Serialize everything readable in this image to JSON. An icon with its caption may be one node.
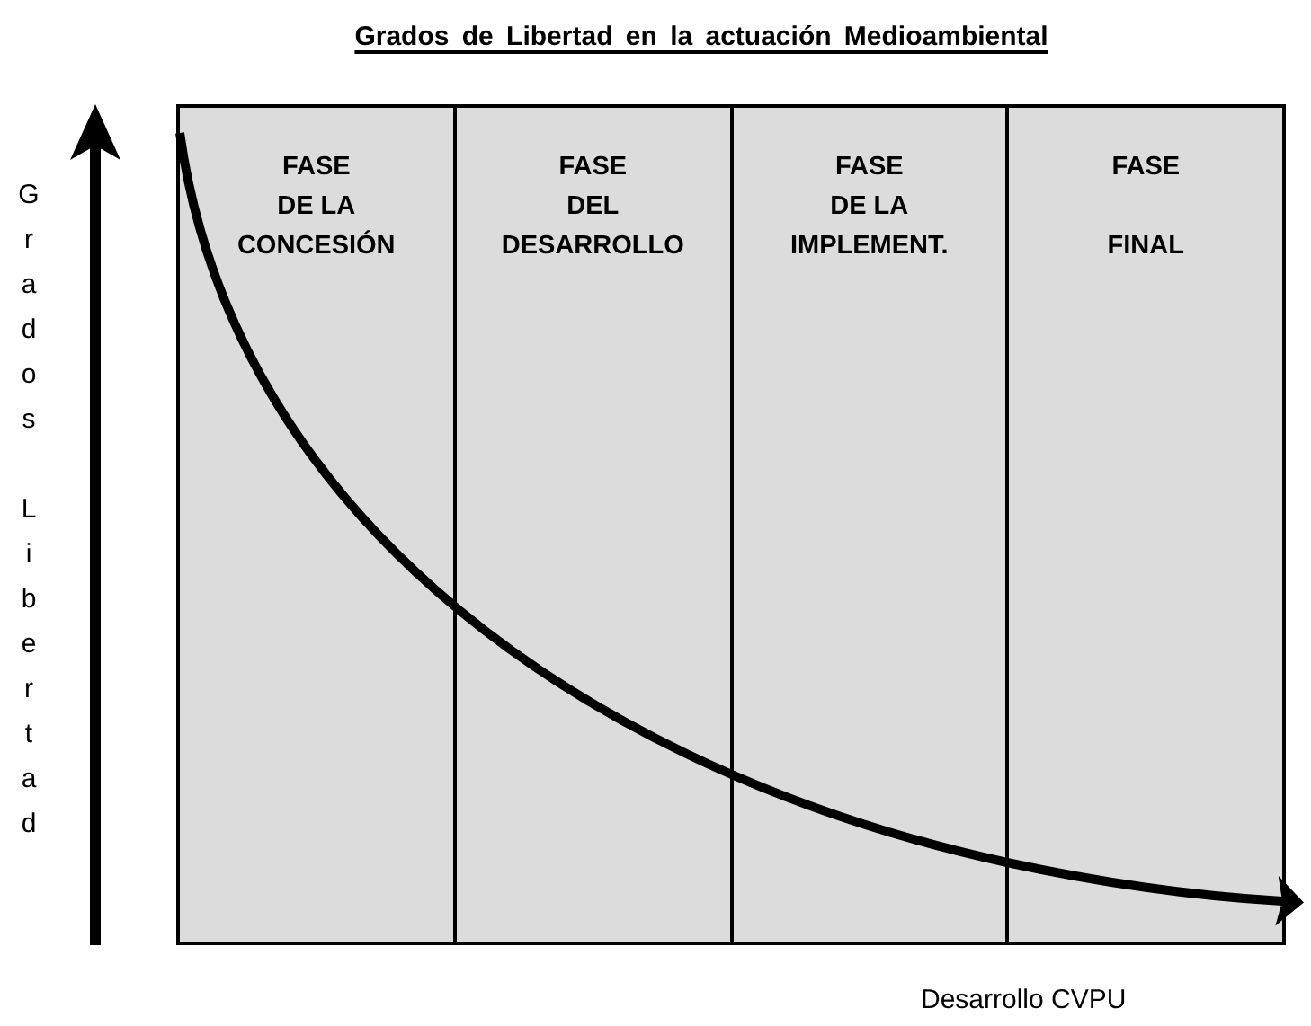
{
  "diagram": {
    "title": "Grados de Libertad en la actuación Medioambiental",
    "nodes": [
      {
        "text": [
          "FASE",
          "DE LA CONCESIÓN"
        ]
      },
      {
        "text": [
          "FASE",
          "DEL DESARROLLO"
        ]
      },
      {
        "text": [
          "FASE",
          "DE LA IMPLEMENT."
        ]
      },
      {
        "text": [
          "FASE",
          "FINAL"
        ]
      }
    ],
    "labels": [
      "Grados Libertad",
      "Desarrollo CVPU"
    ]
  }
}
